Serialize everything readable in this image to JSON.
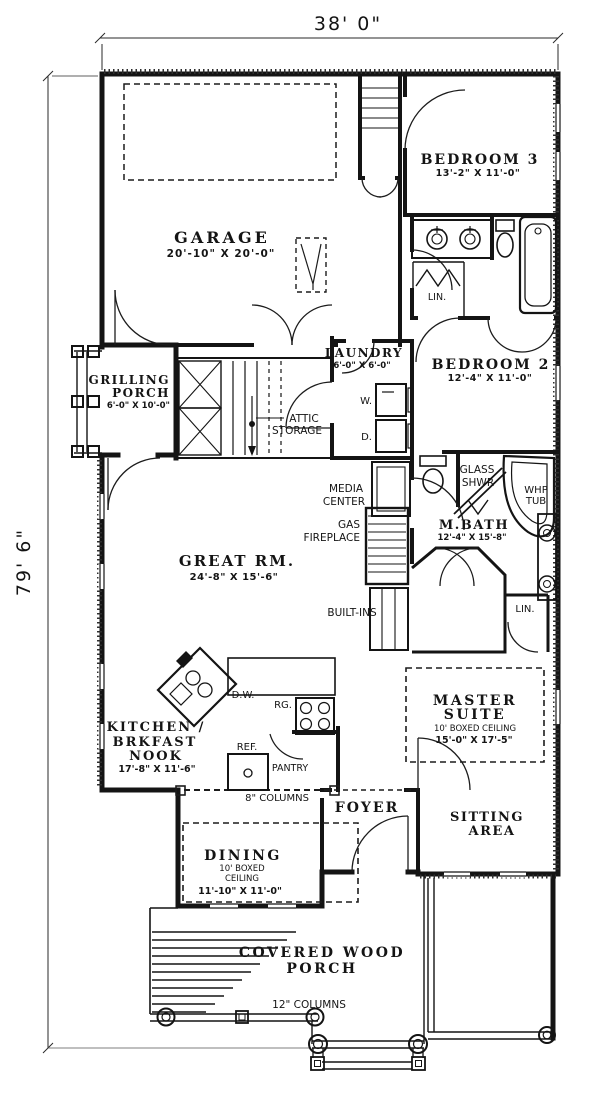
{
  "plan": {
    "dims": {
      "width": "38' 0\"",
      "height": "79' 6\""
    },
    "rooms": {
      "garage": {
        "name": "GARAGE",
        "size": "20'-10\" X 20'-0\""
      },
      "bedroom3": {
        "name": "BEDROOM 3",
        "size": "13'-2\" X 11'-0\""
      },
      "bedroom2": {
        "name": "BEDROOM 2",
        "size": "12'-4\" X 11'-0\""
      },
      "grilling_porch": {
        "line1": "GRILLING",
        "line2": "PORCH",
        "size": "6'-0\" X 10'-0\""
      },
      "laundry": {
        "name": "LAUNDRY",
        "size": "6'-0\" X 6'-0\""
      },
      "great_room": {
        "name": "GREAT RM.",
        "size": "24'-8\" X 15'-6\""
      },
      "master_bath": {
        "name": "M.BATH",
        "size": "12'-4\" X 15'-8\""
      },
      "kitchen": {
        "line1": "KITCHEN /",
        "line2": "BRKFAST",
        "line3": "NOOK",
        "size": "17'-8\" X 11'-6\""
      },
      "master_suite": {
        "line1": "MASTER",
        "line2": "SUITE",
        "ceiling": "10' BOXED CEILING",
        "size": "15'-0\" X 17'-5\""
      },
      "dining": {
        "name": "DINING",
        "ceiling1": "10' BOXED",
        "ceiling2": "CEILING",
        "size": "11'-10\" X 11'-0\""
      },
      "foyer": {
        "name": "FOYER"
      },
      "sitting_area": {
        "line1": "SITTING",
        "line2": "AREA"
      },
      "covered_porch": {
        "line1": "COVERED WOOD",
        "line2": "PORCH"
      }
    },
    "features": {
      "attic1": "ATTIC",
      "attic2": "STORAGE",
      "media1": "MEDIA",
      "media2": "CENTER",
      "gas1": "GAS",
      "gas2": "FIREPLACE",
      "glass1": "GLASS",
      "glass2": "SHWR",
      "whp1": "WHP",
      "whp2": "TUB",
      "builtins": "BUILT-INS",
      "washer": "W.",
      "dryer": "D.",
      "lin_hall": "LIN.",
      "lin_master": "LIN.",
      "dishwasher": "D.W.",
      "range": "RG.",
      "refrigerator": "REF.",
      "pantry": "PANTRY",
      "columns8": "8\" COLUMNS",
      "columns12": "12\" COLUMNS"
    },
    "colors": {
      "ink": "#141414",
      "paper": "#ffffff"
    }
  }
}
